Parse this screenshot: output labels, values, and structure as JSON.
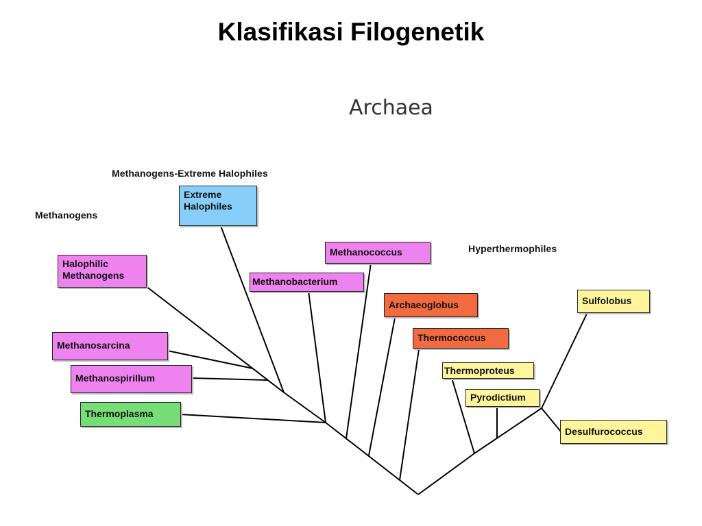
{
  "slide": {
    "title": "Klasifikasi Filogenetik"
  },
  "diagram": {
    "title": "Archaea",
    "group_labels": {
      "methanogens_halophiles": "Methanogens-Extreme Halophiles",
      "methanogens": "Methanogens",
      "hyperthermophiles": "Hyperthermophiles"
    },
    "colors": {
      "methanogen": "#ee82ee",
      "halophile": "#87cefa",
      "thermoplasma": "#77dd77",
      "archaeoglobus_thermococcus": "#f26a3f",
      "hyperthermophile": "#fff59d"
    },
    "nodes": {
      "extreme_halophiles": "Extreme\nHalophiles",
      "halophilic_methanogens": "Halophilic\nMethanogens",
      "methanosarcina": "Methanosarcina",
      "methanospirillum": "Methanospirillum",
      "thermoplasma": "Thermoplasma",
      "methanobacterium": "Methanobacterium",
      "methanococcus": "Methanococcus",
      "archaeoglobus": "Archaeoglobus",
      "thermococcus": "Thermococcus",
      "thermoproteus": "Thermoproteus",
      "pyrodictium": "Pyrodictium",
      "sulfolobus": "Sulfolobus",
      "desulfurococcus": "Desulfurococcus"
    }
  }
}
